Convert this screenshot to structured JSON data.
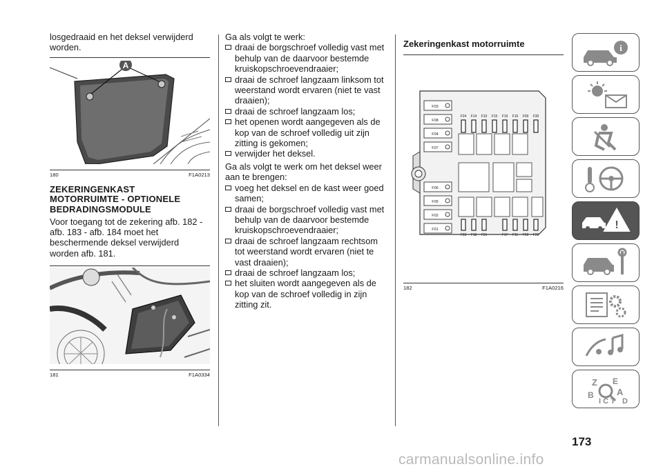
{
  "col1": {
    "intro": "losgedraaid en het deksel verwijderd worden.",
    "fig180": {
      "number": "180",
      "code": "F1A0213",
      "label": "A"
    },
    "section_title_lines": [
      "ZEKERINGENKAST",
      "MOTORRUIMTE - OPTIONELE",
      "BEDRADINGSMODULE"
    ],
    "body": "Voor toegang tot de zekering afb. 182 - afb. 183 - afb. 184 moet het beschermende deksel verwijderd worden afb. 181.",
    "fig181": {
      "number": "181",
      "code": "F1A0334"
    }
  },
  "col2": {
    "intro1": "Ga als volgt te werk:",
    "steps1": [
      "draai de borgschroef volledig vast met behulp van de daarvoor bestemde kruiskopschroevendraaier;",
      "draai de schroef langzaam linksom tot weerstand wordt ervaren (niet te vast draaien);",
      "draai de schroef langzaam los;",
      "het openen wordt aangegeven als de kop van de schroef volledig uit zijn zitting is gekomen;",
      "verwijder het deksel."
    ],
    "intro2": "Ga als volgt te werk om het deksel weer aan te brengen:",
    "steps2": [
      "voeg het deksel en de kast weer goed samen;",
      "draai de borgschroef volledig vast met behulp van de daarvoor bestemde kruiskopschroevendraaier;",
      "draai de schroef langzaam rechtsom tot weerstand wordt ervaren (niet te vast draaien);",
      "draai de schroef langzaam los;",
      "het sluiten wordt aangegeven als de kop van de schroef volledig in zijn zitting zit."
    ]
  },
  "col3": {
    "title": "Zekeringenkast motorruimte",
    "fig182": {
      "number": "182",
      "code": "F1A0216",
      "left_fuses": [
        "F03",
        "F08",
        "F04",
        "F07",
        "F06",
        "F05",
        "F02",
        "F01"
      ],
      "top_fuses": [
        "F24",
        "F14",
        "F10",
        "F15",
        "F19",
        "F16",
        "F09",
        "F30"
      ],
      "bottom_fuses": [
        "F23",
        "F18",
        "F21",
        "F17",
        "F11",
        "F22",
        "F20"
      ]
    }
  },
  "page_number": "173",
  "sidebar": {
    "tabs": [
      "car-info-icon",
      "warning-light-icon",
      "airbag-safety-icon",
      "steering-key-icon",
      "emergency-icon",
      "maintenance-icon",
      "specs-gear-icon",
      "multimedia-icon",
      "index-icon"
    ],
    "active_index": 4,
    "icon_color": "#8a8a8a",
    "active_color": "#555555"
  },
  "watermark": "carmanualsonline.info"
}
